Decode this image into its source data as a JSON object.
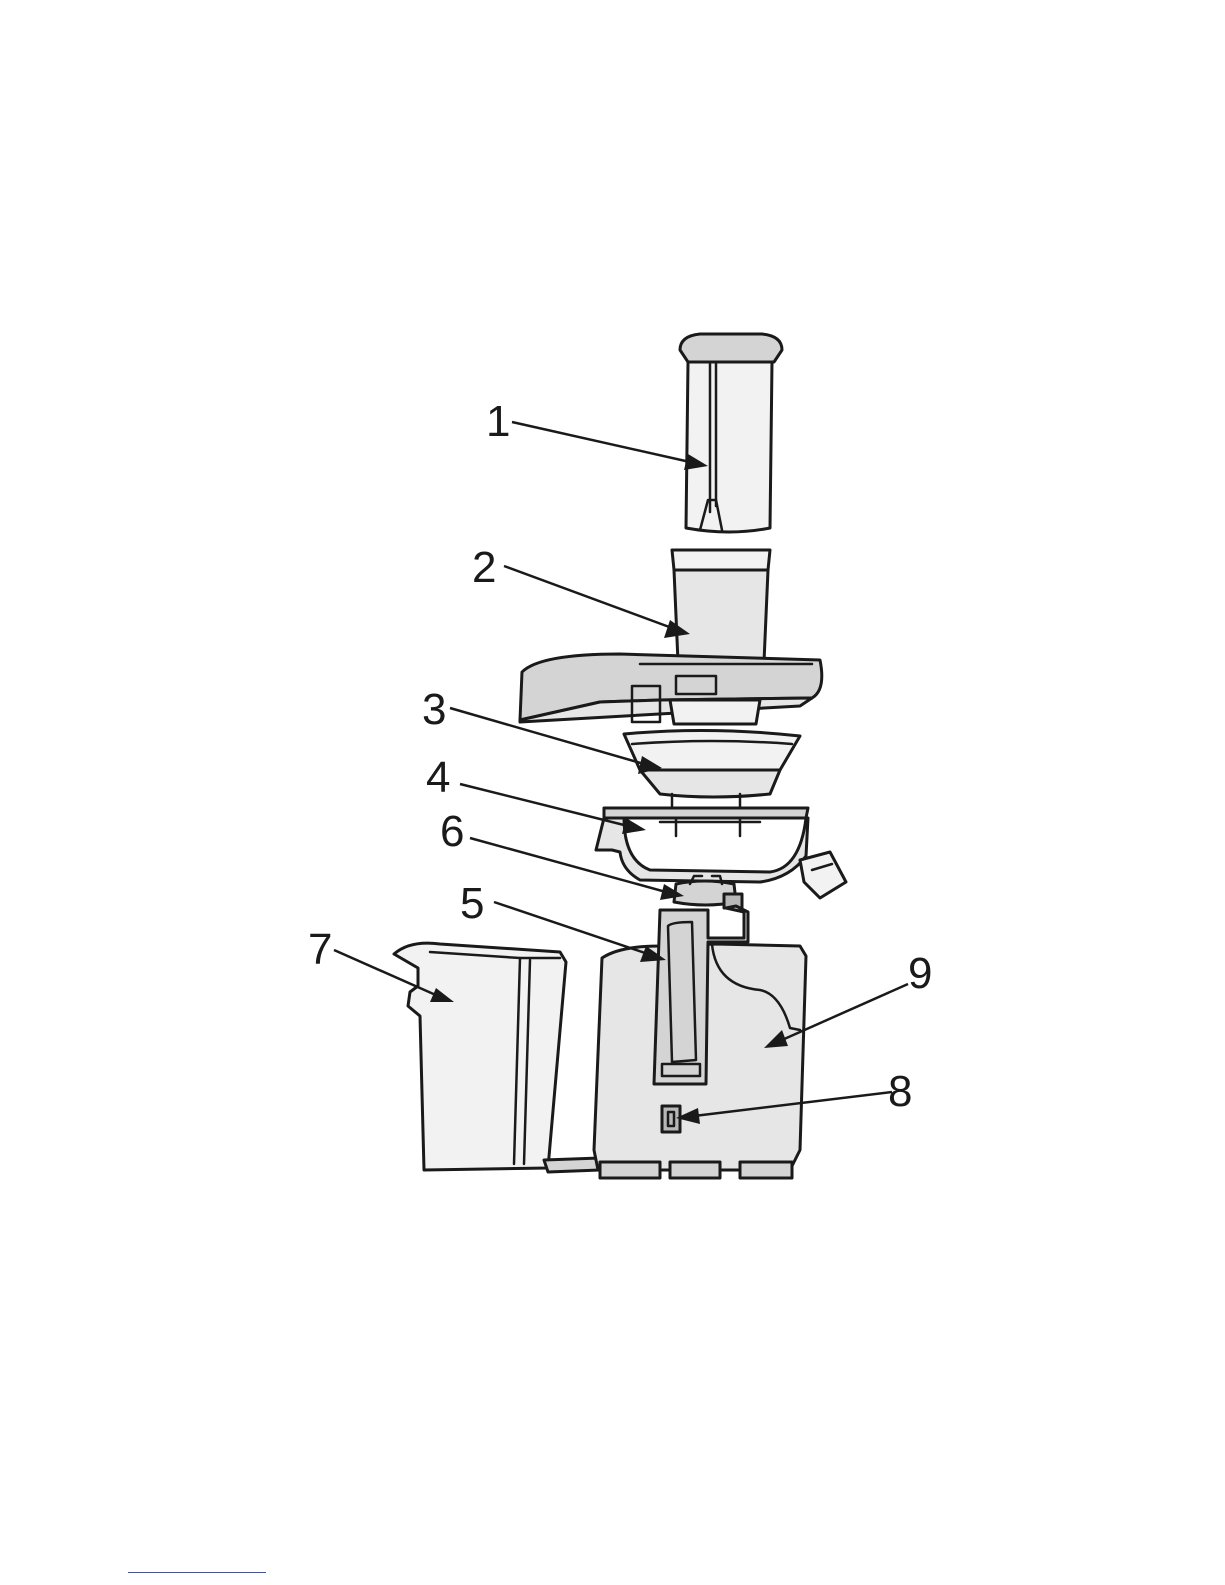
{
  "callouts": [
    {
      "id": "1",
      "label": "1"
    },
    {
      "id": "2",
      "label": "2"
    },
    {
      "id": "3",
      "label": "3"
    },
    {
      "id": "4",
      "label": "4"
    },
    {
      "id": "5",
      "label": "5"
    },
    {
      "id": "6",
      "label": "6"
    },
    {
      "id": "7",
      "label": "7"
    },
    {
      "id": "8",
      "label": "8"
    },
    {
      "id": "9",
      "label": "9"
    }
  ],
  "colors": {
    "line": "#1a1a1a",
    "part_fill": "#e6e6e6",
    "footer_rule": "#3355cc"
  }
}
